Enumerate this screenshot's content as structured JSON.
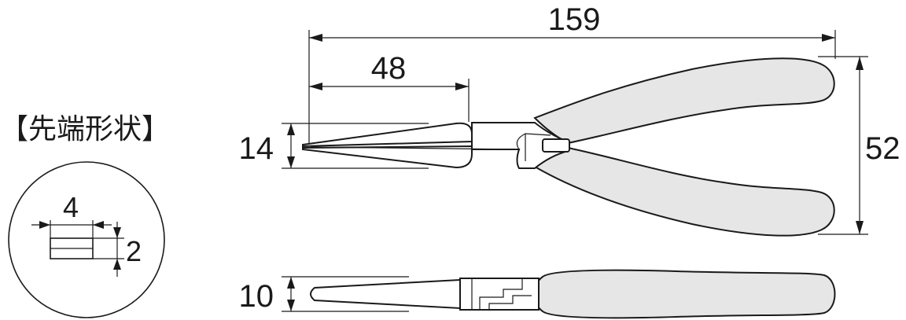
{
  "title": "【先端形状】",
  "dimensions": {
    "overall_length": "159",
    "nose_length": "48",
    "nose_width": "14",
    "jaw_opening": "52",
    "nose_thickness": "10",
    "tip_width": "4",
    "tip_thickness": "2"
  }
}
